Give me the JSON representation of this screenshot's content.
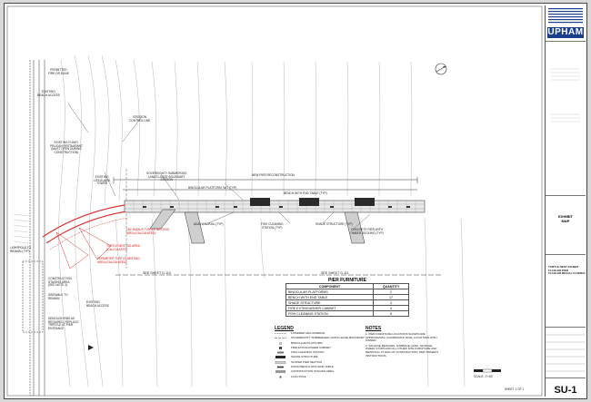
{
  "drawing": {
    "labels": {
      "permitted_fire_dune": "PERMITTED\nFIRE OR DUNE",
      "existing_beach_access": "EXISTING\nBEACH ACCESS",
      "erosion_control_line": "EROSION\nCONTROL LINE",
      "existing_restaurant": "EXISTING FUNKY\nPELICAN RESTAURANT\n(MUST OPEN DURING\nCONSTRUCTION)",
      "lifeguard_tower": "EXISTING\nLIFEGUARD\nTOWER",
      "sovereignty_boundary": "SOVEREIGNTY SUBMERGED\nLANDS LEASE BOUNDARY\nSTATION",
      "binocular_platform": "BINOCULAR PLATFORM, W/1 (TYP)",
      "bench_end_table": "BENCH WITH END TABLE (TYP)",
      "new_pier": "NEW PIER RECONSTRUCTION",
      "ada_handrail": "ADA HANDRAIL (TYP)",
      "fish_cleaning": "FISH CLEANING\nSTATION (TYP)",
      "shade_structure": "SHADE STRUCTURE (TYP)",
      "concrete_pier": "CONCRETE PIER WITH\nTIMBER DECKING (TYP)",
      "staging_area": "CONSTRUCTION\nSTAGING AREA\n(SEE NOTE 3)",
      "sidewalk_remain": "SIDEWALK TO\nREMAIN",
      "existing_beach_access_2": "EXISTING\nBEACH ACCESS",
      "demolish_rbs": "DEMOLISH RBS AS\nREQUIRED. REPLACE\nTRESTLE AT PIER\nENTRANCE",
      "radius_turtle_1": "150' RADIUS TURTLE NESTING\nAREA (CALCULATED)",
      "radius_turtle_2": "TURTLE NESTING AREA\n(CALCULATED)",
      "perimeter_turtle": "PERIMETER TURTLE NESTING\nAREA (CALCULATED)",
      "lighthouse": "LIGHTPOLE TO\nREMAIN (TYP)",
      "see_sheet_1": "SEE SHEET G-110",
      "see_sheet_2": "SEE SHEET G-111"
    }
  },
  "pier_furniture": {
    "title": "PIER FURNITURE",
    "headers": [
      "COMPONENT",
      "QUANTITY"
    ],
    "rows": [
      [
        "BINOCULAR PLATFORMS",
        "2"
      ],
      [
        "BENCH WITH END TABLE",
        "17"
      ],
      [
        "SHADE STRUCTURE",
        "3"
      ],
      [
        "FIRE EXTINGUISHER CABINET",
        "4"
      ],
      [
        "FISH CLEANING STATION",
        "5"
      ]
    ]
  },
  "legend": {
    "title": "LEGEND",
    "items": [
      "LOWERED ADA HANDRAIL",
      "SOVEREIGNTY SUBMERGED LANDS LEASE BOUNDARY",
      "BINOCULAR PLATFORM",
      "FIRE EXTINGUISHER CABINET",
      "FISH CLEANING STATION",
      "SHADE STRUCTURE",
      "SLOPED PIER SECTION",
      "WOOD BENCH WITH END TABLE",
      "CONSTRUCTION STAGING AREA",
      "FLAG POLE"
    ]
  },
  "notes": {
    "title": "NOTES",
    "items": [
      "1.  PIER FURNITURE LOCATIONS SHOWN ARE APPROXIMATE. COORDINATE FINAL LOCATIONS WITH OWNER.",
      "2.  SALVAGE BENCHES, GARBAGE CANS, SIGNAGE, WHEEL STOPS AND ALL OTHER SITE FURNITURE AND REINSTALL AT END OF CONSTRUCTION, PER OWNER'S INSTRUCTIONS."
    ]
  },
  "scale": {
    "label": "SCALE: 1\"=60'"
  },
  "title_block": {
    "logo": "UPHAM",
    "sheet_title": "EXHIBIT\nMAP",
    "project": "TURTLE NEST EXHIBIT\nFLAGLER PIER\nFLAGLER BEACH, FLORIDA",
    "sheet_number": "SU-1",
    "sheet_count": "SHEET 1 OF 1"
  },
  "colors": {
    "pier_red": "#d33",
    "pier_gray": "#7a7a7a",
    "dark_block": "#2a2a2a",
    "logo_blue": "#1b3f8c"
  }
}
